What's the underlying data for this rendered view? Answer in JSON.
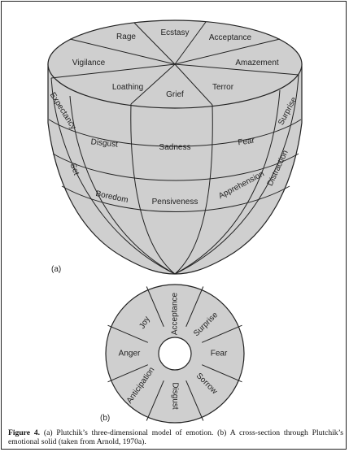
{
  "panel_a": {
    "label": "(a)",
    "labels": {
      "rage": "Rage",
      "ecstasy": "Ecstasy",
      "acceptance": "Acceptance",
      "vigilance": "Vigilance",
      "amazement": "Amazement",
      "loathing": "Loathing",
      "grief": "Grief",
      "terror": "Terror",
      "expectancy": "Expectancy",
      "surprise": "Surprise",
      "disgust": "Disgust",
      "sadness": "Sadness",
      "fear": "Fear",
      "set": "Set",
      "distraction": "Distraction",
      "boredom": "Boredom",
      "pensiveness": "Pensiveness",
      "apprehension": "Apprehension"
    }
  },
  "panel_b": {
    "label": "(b)",
    "labels": {
      "acceptance": "Acceptance",
      "joy": "Joy",
      "surprise": "Surprise",
      "anger": "Anger",
      "fear": "Fear",
      "anticipation": "Anticipation",
      "sorrow": "Sorrow",
      "disgust": "Disgust"
    }
  },
  "caption": {
    "label": "Figure 4.",
    "text": " (a) Plutchik’s three-dimensional model of emotion. (b) A cross-section through Plutchik’s emotional solid (taken from Arnold, 1970a)."
  },
  "colors": {
    "fill": "#cfcfcf",
    "stroke": "#222222",
    "hole": "#ffffff"
  }
}
